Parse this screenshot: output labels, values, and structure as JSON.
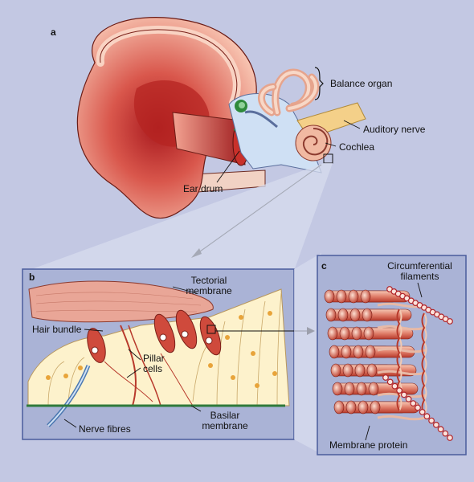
{
  "panels": {
    "a": "a",
    "b": "b",
    "c": "c"
  },
  "labels": {
    "balance_organ": "Balance organ",
    "auditory_nerve": "Auditory nerve",
    "cochlea": "Cochlea",
    "ear_drum": "Ear drum",
    "tectorial_membrane_1": "Tectorial",
    "tectorial_membrane_2": "membrane",
    "hair_bundle": "Hair bundle",
    "pillar_cells_1": "Pillar",
    "pillar_cells_2": "cells",
    "nerve_fibres": "Nerve fibres",
    "basilar_membrane_1": "Basilar",
    "basilar_membrane_2": "membrane",
    "circumferential_filaments_1": "Circumferential",
    "circumferential_filaments_2": "filaments",
    "membrane_protein": "Membrane protein"
  },
  "colors": {
    "background": "#c3c8e3",
    "panel_fill": "#aab3d6",
    "panel_border": "#4a5c9c",
    "ear_skin": "#f4b8a8",
    "ear_red": "#c9302a",
    "cell_fill": "#fdf2cc",
    "bone": "#f1c9b2"
  }
}
